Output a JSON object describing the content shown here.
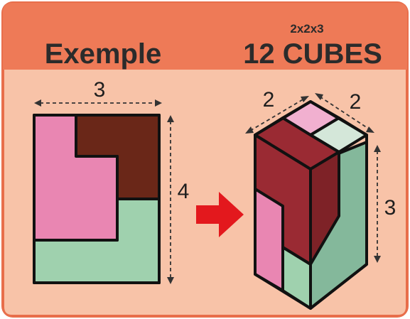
{
  "header": {
    "example_label": "Exemple",
    "size_label": "2x2x3",
    "cubes_label": "12 CUBES"
  },
  "flat_view": {
    "width_label": "3",
    "height_label": "4"
  },
  "iso_view": {
    "depth_label": "2",
    "width_label": "2",
    "height_label": "3"
  },
  "colors": {
    "card_border": "#e86e4b",
    "header_bg": "#ee7a57",
    "body_bg": "#f8c3a8",
    "pink": "#e986b2",
    "brown": "#6a2718",
    "green": "#9fd1ae",
    "light_pink": "#f1b0d0",
    "light_green": "#d4e7d9",
    "dark_red": "#9a2a33",
    "darker_red": "#7e2227",
    "dark_green": "#84b89b",
    "arrow_red": "#e3181d"
  }
}
